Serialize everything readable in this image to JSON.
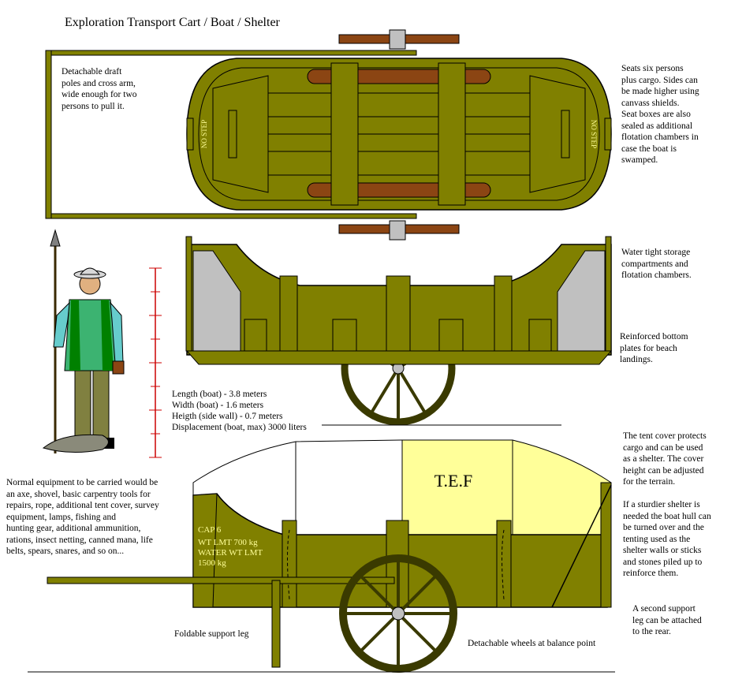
{
  "title": "Exploration Transport Cart / Boat / Shelter",
  "notes": {
    "draft_poles": "Detachable draft\npoles and cross arm,\nwide enough for two\npersons to pull it.",
    "seats": "Seats six persons\nplus cargo.  Sides can\nbe made higher using\ncanvass shields.\nSeat boxes are also\nsealed as additional\nflotation chambers in\ncase the boat is\nswamped.",
    "storage": "Water tight storage\ncompartments and\nflotation chambers.",
    "bottom_plates": "Reinforced bottom\nplates for beach\nlandings.",
    "specs": "Length (boat) - 3.8 meters\nWidth (boat) - 1.6 meters\nHeigth (side wall) - 0.7 meters\nDisplacement (boat, max) 3000 liters",
    "tent_cover": "The tent cover protects\ncargo and can be used\nas a shelter.  The cover\nheight can be adjusted\nfor the terrain.",
    "sturdier_shelter": "If a sturdier shelter is\nneeded the boat hull can\nbe turned over and the\ntenting used as the\nshelter walls or sticks\nand stones piled up to\nreinforce them.",
    "equipment": "Normal equipment to be carried would be\nan axe, shovel, basic carpentry tools for\nrepairs, rope, additional tent cover, survey\nequipment, lamps, fishing  and\nhunting gear, additional ammunition,\nrations, insect netting, canned mana, life\nbelts, spears, snares, and so on...",
    "second_leg": "A second support\nleg can be attached\nto the rear.",
    "support_leg": "Foldable support leg",
    "wheels": "Detachable wheels at balance point"
  },
  "hull_labels": {
    "no_step": "NO STEP",
    "cap": "CAP 6",
    "wt_lmt": "WT LMT 700 kg",
    "water_wt_lmt": "WATER WT LMT",
    "water_wt_value": "1500 kg",
    "tent_mark": "T.E.F"
  },
  "colors": {
    "hull_olive": "#808000",
    "hull_dark": "#3a3a00",
    "pole_brown": "#8b4513",
    "tent_yellow": "#ffff99",
    "panel_gray": "#c0c0c0"
  }
}
